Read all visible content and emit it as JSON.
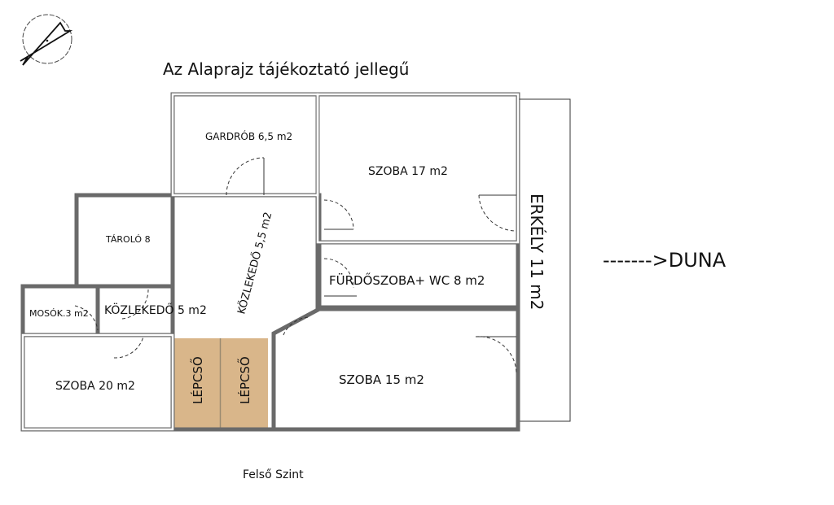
{
  "title": "Az Alaprajz tájékoztató jellegű",
  "footer": "Felső Szint",
  "direction": "------->DUNA",
  "colors": {
    "stair": "#d9b68a",
    "wall": "#6a6a6a"
  },
  "rooms": {
    "gardrob": "GARDRÓB 6,5 m2",
    "szoba17": "SZOBA 17 m2",
    "erkely": "ERKÉLY 11 m2",
    "taroló": "TÁROLÓ 8",
    "kozlekedo55": "KÖZLEKEDŐ 5,5 m2",
    "furdo": "FÜRDŐSZOBA+ WC 8 m2",
    "mosok": "MOSÓK.3 m2",
    "kozlekedo5": "KÖZLEKEDŐ 5 m2",
    "szoba20": "SZOBA 20 m2",
    "lepcso1": "LÉPCSŐ",
    "lepcso2": "LÉPCSŐ",
    "szoba15": "SZOBA 15 m2"
  }
}
